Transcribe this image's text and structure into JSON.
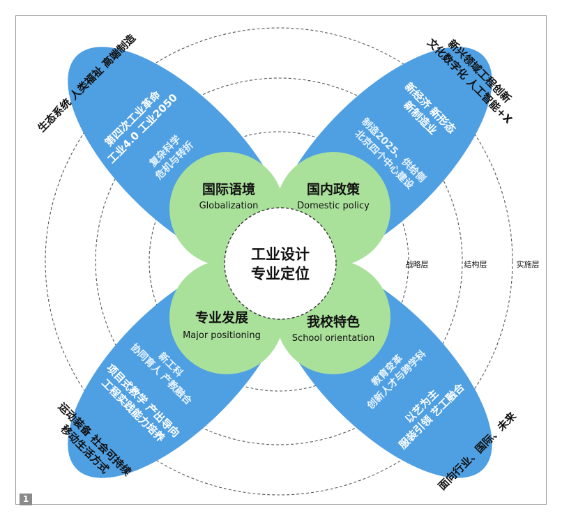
{
  "center": {
    "line1": "工业设计",
    "line2": "专业定位"
  },
  "quadrants": {
    "tl": {
      "cn": "国际语境",
      "en": "Globalization",
      "inner": [
        "复杂科学",
        "危机与转折"
      ],
      "middle": [
        "第四次工业革命",
        "工业4.0 工业2050"
      ],
      "outer": [
        "生态系统 人类福祉 高端制造"
      ]
    },
    "tr": {
      "cn": "国内政策",
      "en": "Domestic policy",
      "inner": [
        "制造2025、供给侧",
        "北京四个中心建设"
      ],
      "middle": [
        "新经济 新形态",
        "新制造业"
      ],
      "outer": [
        "新兴领域工程创新",
        "文化数字化 人工智能+X"
      ]
    },
    "bl": {
      "cn": "专业发展",
      "en": "Major positioning",
      "inner": [
        "新工科",
        "协同育人 产教融合"
      ],
      "middle": [
        "项目式教学 产出导向",
        "工程实践能力培养"
      ],
      "outer": [
        "运动装备 社会可持续",
        "移动生活方式"
      ]
    },
    "br": {
      "cn": "我校特色",
      "en": "School orientation",
      "inner": [
        "教育变革",
        "创新人才与跨学科"
      ],
      "middle": [
        "以艺为主",
        "服装引领 艺工融合"
      ],
      "outer": [
        "面向行业、国际、未来"
      ]
    }
  },
  "layers": [
    "战略层",
    "结构层",
    "实施层"
  ],
  "figure_number": "1",
  "colors": {
    "petal": "#4f9fe3",
    "green": "#a9e09a"
  }
}
